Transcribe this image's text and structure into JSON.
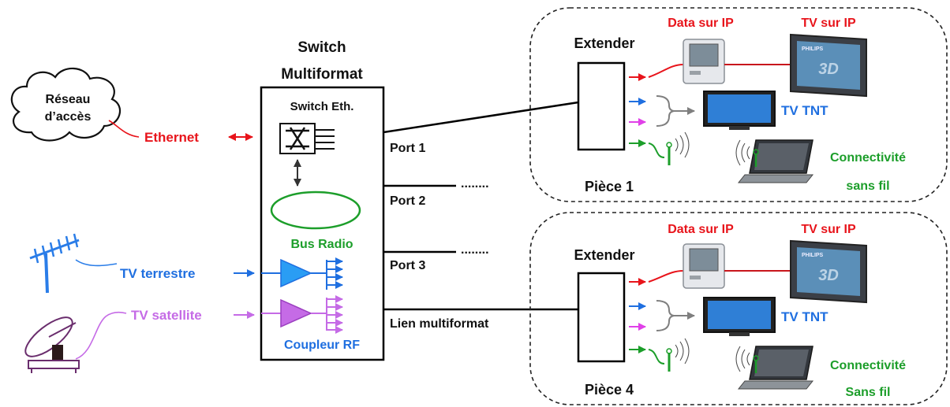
{
  "colors": {
    "red": "#e8141b",
    "blue": "#1f6fe0",
    "green": "#1c9e2a",
    "violet": "#c56be6",
    "magenta": "#e040e8",
    "grey": "#7f7f7f",
    "black": "#000000"
  },
  "network": {
    "label_line1": "Réseau",
    "label_line2": "d’accès"
  },
  "inputs": {
    "ethernet": "Ethernet",
    "tv_terrestre": "TV terrestre",
    "tv_satellite": "TV satellite"
  },
  "switch": {
    "title_line1": "Switch",
    "title_line2": "Multiformat",
    "eth_label": "Switch Eth.",
    "bus_label": "Bus Radio",
    "coupler_label": "Coupleur RF"
  },
  "ports": {
    "port1": "Port 1",
    "port2": "Port 2",
    "port3": "Port 3",
    "link": "Lien multiformat",
    "dots": "........"
  },
  "rooms": [
    {
      "extender": "Extender",
      "data_ip": "Data sur IP",
      "tv_ip": "TV sur IP",
      "tv_tnt": "TV TNT",
      "wireless_line1": "Connectivité",
      "wireless_line2": "sans fil",
      "room_name": "Pièce 1",
      "tv_brand": "PHILIPS"
    },
    {
      "extender": "Extender",
      "data_ip": "Data sur IP",
      "tv_ip": "TV sur IP",
      "tv_tnt": "TV TNT",
      "wireless_line1": "Connectivité",
      "wireless_line2": "Sans fil",
      "room_name": "Pièce 4",
      "tv_brand": "PHILIPS"
    }
  ],
  "icons": {
    "cloud": "cloud-icon",
    "antenna": "terrestrial-antenna-icon",
    "dish": "satellite-dish-icon",
    "switch_matrix": "crossbar-switch-icon",
    "amplifier": "rf-amplifier-icon",
    "computer": "desktop-computer-icon",
    "tv3d": "3d-tv-icon",
    "tv": "flat-tv-icon",
    "laptop": "laptop-icon",
    "wifi": "wifi-antenna-icon"
  }
}
